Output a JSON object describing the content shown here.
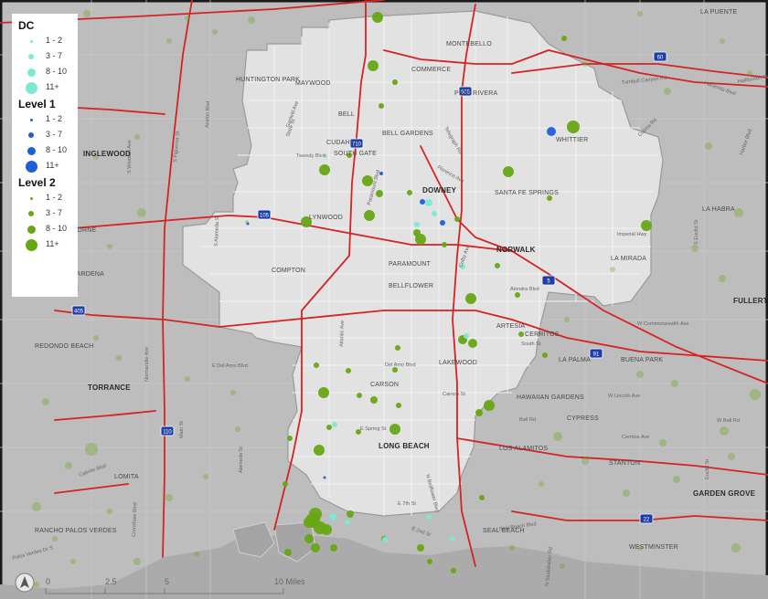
{
  "legend": {
    "groups": [
      {
        "title": "DC",
        "color": "#7ee8d3",
        "items": [
          {
            "label": "1 - 2",
            "size": 3
          },
          {
            "label": "3 - 7",
            "size": 6
          },
          {
            "label": "8 - 10",
            "size": 9
          },
          {
            "label": "11+",
            "size": 13
          }
        ]
      },
      {
        "title": "Level 1",
        "color": "#1f5fd6",
        "items": [
          {
            "label": "1 - 2",
            "size": 3
          },
          {
            "label": "3 - 7",
            "size": 6
          },
          {
            "label": "8 - 10",
            "size": 9
          },
          {
            "label": "11+",
            "size": 13
          }
        ]
      },
      {
        "title": "Level 2",
        "color": "#67a714",
        "items": [
          {
            "label": "1 - 2",
            "size": 3
          },
          {
            "label": "3 - 7",
            "size": 6
          },
          {
            "label": "8 - 10",
            "size": 9
          },
          {
            "label": "11+",
            "size": 13
          }
        ]
      }
    ]
  },
  "places": {
    "major": [
      "DOWNEY",
      "NORWALK",
      "LONG BEACH",
      "TORRANCE",
      "INGLEWOOD",
      "FULLERTO",
      "GARDEN GROVE"
    ],
    "minor": [
      "MONTEBELLO",
      "COMMERCE",
      "PICO RIVERA",
      "HUNTINGTON PARK",
      "MAYWOOD",
      "BELL",
      "CUDAHY",
      "BELL GARDENS",
      "SOUTH GATE",
      "LYNWOOD",
      "WHITTIER",
      "SANTA FE SPRINGS",
      "COMPTON",
      "PARAMOUNT",
      "BELLFLOWER",
      "ARTESIA",
      "CERRITOS",
      "LAKEWOOD",
      "CARSON",
      "LA PALMA",
      "BUENA PARK",
      "LA MIRADA",
      "LA HABRA",
      "HAWTHORNE",
      "GARDENA",
      "REDONDO BEACH",
      "LOMITA",
      "RANCHO PALOS VERDES",
      "HAWAIIAN GARDENS",
      "CYPRESS",
      "LOS ALAMITOS",
      "STANTON",
      "SEAL BEACH",
      "WESTMINSTER",
      "LA PUENTE",
      "NDALE"
    ]
  },
  "streets": [
    "Turnbull Canyon Rd",
    "Hacienda Blvd",
    "Colima Rd",
    "Telegraph Rd",
    "Florence Ave",
    "Paramount Blvd",
    "Tweedy Blvd",
    "State St",
    "Avalon Blvd",
    "S Figueroa St",
    "S Western Ave",
    "S Alameda St",
    "Imperial Hwy",
    "Alondra Blvd",
    "W Commonwealth Ave",
    "South St",
    "E Del Amo Blvd",
    "Del Amo Blvd",
    "Carson St",
    "Atlantic Ave",
    "W Lincoln Ave",
    "Ball Rd",
    "W Ball Rd",
    "Cerritos Ave",
    "E Spring St",
    "N Bellflower Blvd",
    "E 7th St",
    "E 2nd St",
    "Seal Beach Blvd",
    "Cabrillo Blvd",
    "Normandie Ave",
    "Main St",
    "Alameda St",
    "Euclid St",
    "Harbor Blvd",
    "Crenshaw Blvd",
    "Palos Verdes Dr S",
    "N Studebaker Rd",
    "S Euclid St",
    "Colby Ave",
    "Halliburton Rd",
    "Garfield Ave"
  ],
  "highways": [
    "710",
    "605",
    "105",
    "405",
    "110",
    "5",
    "91",
    "22",
    "60"
  ],
  "scale": {
    "ticks": [
      "0",
      "2.5",
      "5",
      "10 Miles"
    ]
  },
  "north_arrow": "north-arrow-icon",
  "colors": {
    "background": "#b9b9b9",
    "study_area": "#e1e1e1",
    "water": "#b3b3b3",
    "highway": "#d42323",
    "dc": "#7ee8d3",
    "level1": "#1f5fd6",
    "level2": "#67a714"
  }
}
